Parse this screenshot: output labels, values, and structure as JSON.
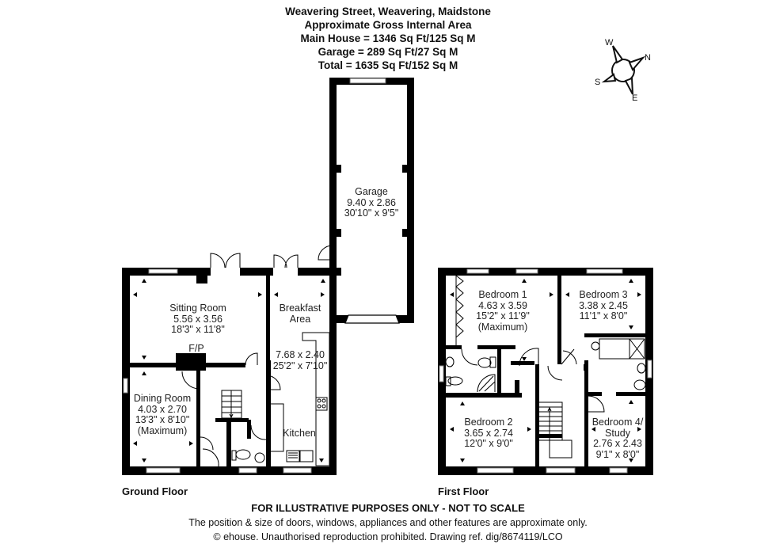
{
  "header": {
    "address": "Weavering Street, Weavering, Maidstone",
    "subtitle": "Approximate Gross Internal Area",
    "main_house": "Main House = 1346 Sq Ft/125 Sq M",
    "garage": "Garage = 289 Sq Ft/27 Sq M",
    "total": "Total = 1635 Sq Ft/152 Sq M"
  },
  "compass": {
    "n": "N",
    "s": "S",
    "e": "E",
    "w": "W"
  },
  "floors": {
    "ground": "Ground Floor",
    "first": "First Floor"
  },
  "rooms": {
    "garage": {
      "name": "Garage",
      "metric": "9.40 x 2.86",
      "imperial": "30'10\" x 9'5\""
    },
    "sitting_room": {
      "name": "Sitting Room",
      "metric": "5.56 x 3.56",
      "imperial": "18'3\" x 11'8\""
    },
    "fireplace": {
      "name": "F/P"
    },
    "breakfast_area": {
      "name_line1": "Breakfast",
      "name_line2": "Area"
    },
    "kitchen": {
      "name": "Kitchen",
      "metric": "7.68 x 2.40",
      "imperial": "25'2\" x 7'10\""
    },
    "dining_room": {
      "name": "Dining Room",
      "metric": "4.03 x 2.70",
      "imperial": "13'3\" x 8'10\"",
      "note": "(Maximum)"
    },
    "bedroom_1": {
      "name": "Bedroom 1",
      "metric": "4.63 x 3.59",
      "imperial": "15'2\" x 11'9\"",
      "note": "(Maximum)"
    },
    "bedroom_2": {
      "name": "Bedroom 2",
      "metric": "3.65 x 2.74",
      "imperial": "12'0\" x 9'0\""
    },
    "bedroom_3": {
      "name": "Bedroom 3",
      "metric": "3.38 x 2.45",
      "imperial": "11'1\" x 8'0\""
    },
    "bedroom_4": {
      "name_line1": "Bedroom 4/",
      "name_line2": "Study",
      "metric": "2.76 x 2.43",
      "imperial": "9'1\" x 8'0\""
    }
  },
  "footer": {
    "disclaimer": "FOR ILLUSTRATIVE PURPOSES ONLY - NOT TO SCALE",
    "note": "The position & size of doors, windows, appliances and other features are approximate only.",
    "copyright": "© ehouse. Unauthorised reproduction prohibited. Drawing ref. dig/8674119/LCO"
  },
  "colors": {
    "wall": "#000000",
    "background": "#ffffff",
    "window": "#ffffff",
    "text": "#111111"
  }
}
